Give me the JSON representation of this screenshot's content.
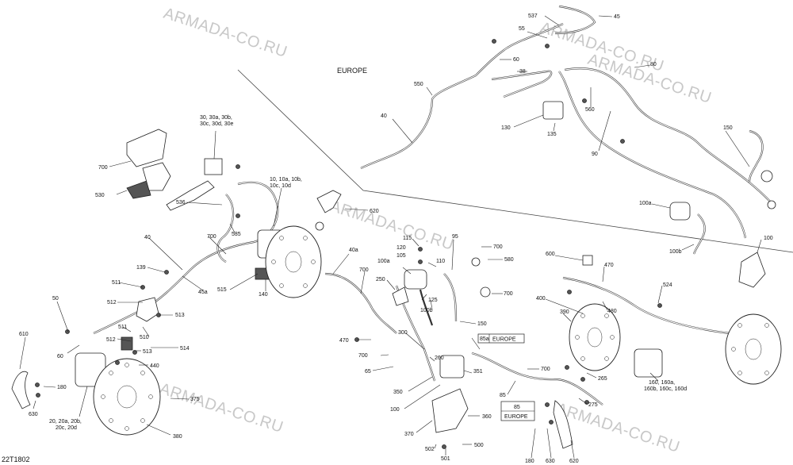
{
  "watermarks": [
    "ARMADA-CO.RU",
    "ARMADA-CO.RU",
    "ARMADA-CO.RU",
    "ARMADA-CO.RU",
    "ARMADA-CO.RU",
    "ARMADA-CO.RU"
  ],
  "region_labels": [
    "EUROPE",
    "EUROPE",
    "EUROPE"
  ],
  "figure_code": "22T1802",
  "callouts": {
    "c537": "537",
    "c45": "45",
    "c55": "55",
    "c60": "60",
    "c38": "38",
    "c80": "80",
    "c550": "550",
    "c560": "560",
    "c130": "130",
    "c135": "135",
    "c40top": "40",
    "c90": "90",
    "c150top": "150",
    "c100a_r": "100a",
    "c100b_r": "100b",
    "c100_r": "100",
    "c30": "30, 30a, 30b,",
    "c30b": "30c, 30d, 30e",
    "c700a": "700",
    "c530": "530",
    "c10": "10, 10a, 10b,",
    "c10b": "10c, 10d",
    "c536": "536",
    "c535": "535",
    "c620": "620",
    "c700b": "700",
    "c40mid": "40",
    "c139": "139",
    "c515": "515",
    "c140": "140",
    "c45a": "45a",
    "c40a": "40a",
    "c700c": "700",
    "c511a": "511",
    "c512a": "512",
    "c513a": "513",
    "c510": "510",
    "c514": "514",
    "c511b": "511",
    "c512b": "512",
    "c513b": "513",
    "c440": "440",
    "c50": "50",
    "c60b": "60",
    "c610": "610",
    "c180a": "180",
    "c630a": "630",
    "c20": "20, 20a, 20b,",
    "c20b": "20c, 20d",
    "c375": "375",
    "c380": "380",
    "c115": "115",
    "c120": "120",
    "c105": "105",
    "c100a_m": "100a",
    "c110": "110",
    "c95": "95",
    "c700d": "700",
    "c580": "580",
    "c250": "250",
    "c125": "125",
    "c100b_m": "100b",
    "c700e": "700",
    "c150m": "150",
    "c470a": "470",
    "c300": "300",
    "c700f": "700",
    "c65": "65",
    "c260": "260",
    "c351": "351",
    "c350": "350",
    "c100m": "100",
    "c85a": "85a",
    "c700g": "700",
    "c85": "85",
    "c85b": "85",
    "c360": "360",
    "c370": "370",
    "c500": "500",
    "c502": "502",
    "c501": "501",
    "c180b": "180",
    "c630b": "630",
    "c620b": "620",
    "c275": "275",
    "c265": "265",
    "c600": "600",
    "c470b": "470",
    "c524": "524",
    "c480": "480",
    "c400": "400",
    "c390": "390",
    "c160": "160, 160a,",
    "c160b": "160b, 160c, 160d"
  }
}
